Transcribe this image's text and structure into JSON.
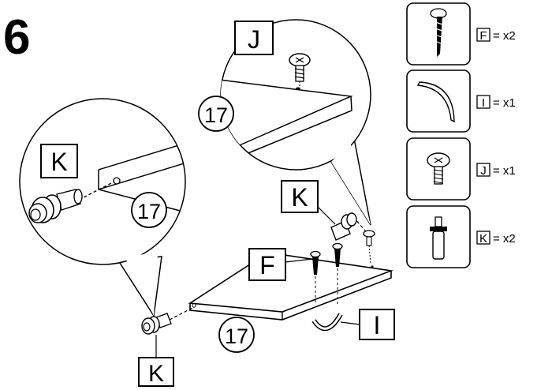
{
  "step": {
    "number": "6"
  },
  "callouts": {
    "k_left": "K",
    "k_bottom": "K",
    "k_middle": "K",
    "j_top": "J",
    "f_middle": "F",
    "i_bottom": "I"
  },
  "part_numbers": {
    "top_circle": "17",
    "left_circle": "17",
    "main_board": "17"
  },
  "parts_list": [
    {
      "letter": "F",
      "qty": "= x2",
      "icon": "screw-long-icon"
    },
    {
      "letter": "I",
      "qty": "= x1",
      "icon": "curved-bracket-icon"
    },
    {
      "letter": "J",
      "qty": "= x1",
      "icon": "screw-short-icon"
    },
    {
      "letter": "K",
      "qty": "= x2",
      "icon": "cam-dowel-icon"
    }
  ]
}
